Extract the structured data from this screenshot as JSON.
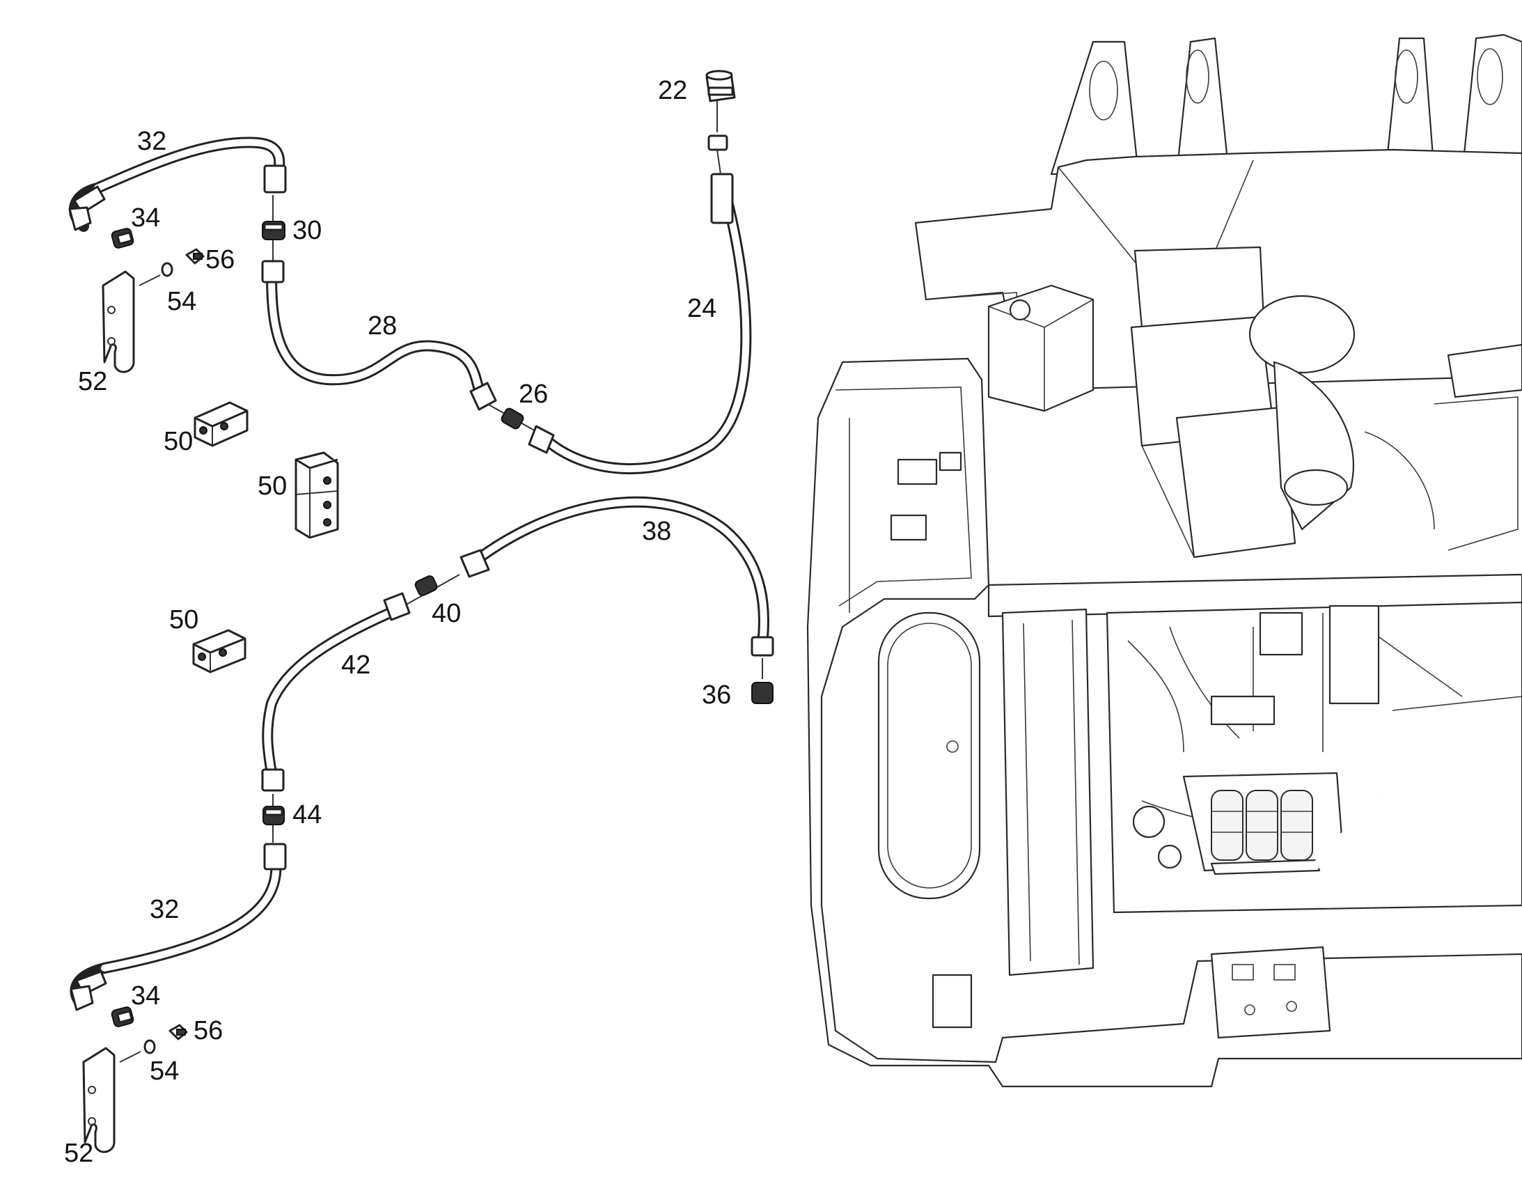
{
  "callouts": {
    "c22": "22",
    "c32a": "32",
    "c34a": "34",
    "c30": "30",
    "c56a": "56",
    "c54a": "54",
    "c52a": "52",
    "c24": "24",
    "c28": "28",
    "c26": "26",
    "c50a": "50",
    "c50b": "50",
    "c38": "38",
    "c50c": "50",
    "c40": "40",
    "c42": "42",
    "c36": "36",
    "c44": "44",
    "c32b": "32",
    "c34b": "34",
    "c56b": "56",
    "c54b": "54",
    "c52b": "52"
  }
}
